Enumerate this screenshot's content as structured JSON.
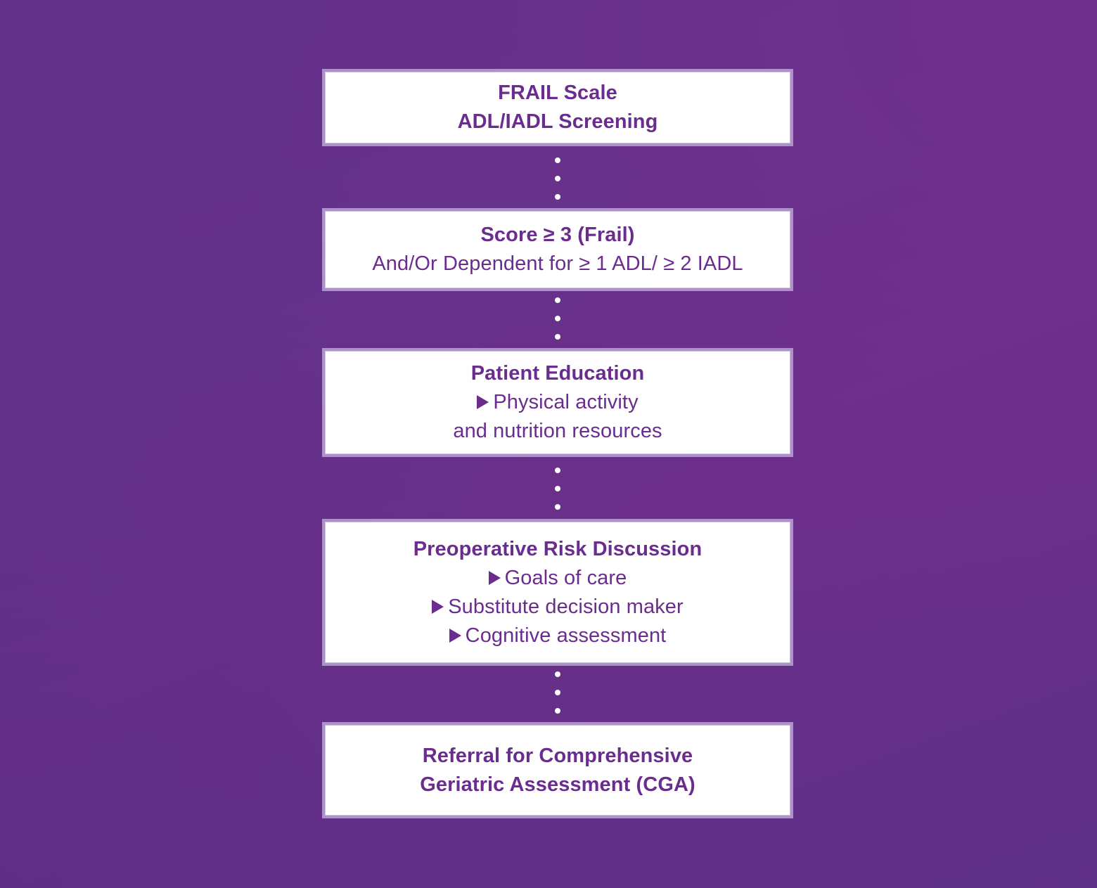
{
  "colors": {
    "background": "#65318a",
    "box_fill": "#ffffff",
    "box_border": "#ad92c9",
    "text": "#6b2c8f",
    "connector_dots": "#ffffff"
  },
  "flowchart": {
    "steps": [
      {
        "id": "frail-screening",
        "lines": [
          {
            "text": "FRAIL Scale",
            "style": "bold"
          },
          {
            "text": "ADL/IADL Screening",
            "style": "bold"
          }
        ]
      },
      {
        "id": "frailty-criteria",
        "lines": [
          {
            "text": "Score ≥ 3 (Frail)",
            "style": "bold"
          },
          {
            "text": "And/Or Dependent for ≥ 1 ADL/ ≥ 2 IADL",
            "style": "regular"
          }
        ]
      },
      {
        "id": "patient-education",
        "lines": [
          {
            "text": "Patient Education",
            "style": "bold"
          },
          {
            "text": "Physical activity",
            "style": "regular",
            "bullet": "triangle-right-icon"
          },
          {
            "text": "and nutrition resources",
            "style": "regular"
          }
        ]
      },
      {
        "id": "preop-risk-discussion",
        "lines": [
          {
            "text": "Preoperative Risk Discussion",
            "style": "bold"
          },
          {
            "text": "Goals of care",
            "style": "regular",
            "bullet": "triangle-right-icon"
          },
          {
            "text": "Substitute decision maker",
            "style": "regular",
            "bullet": "triangle-right-icon"
          },
          {
            "text": "Cognitive assessment",
            "style": "regular",
            "bullet": "triangle-right-icon"
          }
        ]
      },
      {
        "id": "cga-referral",
        "lines": [
          {
            "text": "Referral for Comprehensive",
            "style": "bold"
          },
          {
            "text": "Geriatric Assessment (CGA)",
            "style": "bold"
          }
        ]
      }
    ],
    "connector_style": "dotted-vertical",
    "connector_dot_count": 3
  }
}
